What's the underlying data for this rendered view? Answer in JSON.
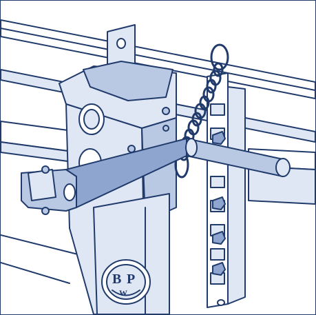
{
  "illustration": {
    "kind": "technical-line-drawing",
    "subject": "landing-gear-crank-assembly",
    "colors": {
      "outline": "#1f3a6b",
      "fill_light": "#dfe7f4",
      "fill_mid": "#b9c9e3",
      "fill_dark": "#8ea6cf",
      "background": "#ffffff"
    }
  },
  "logo": {
    "text": "BPW",
    "letters": [
      "B",
      "P",
      "W"
    ]
  }
}
